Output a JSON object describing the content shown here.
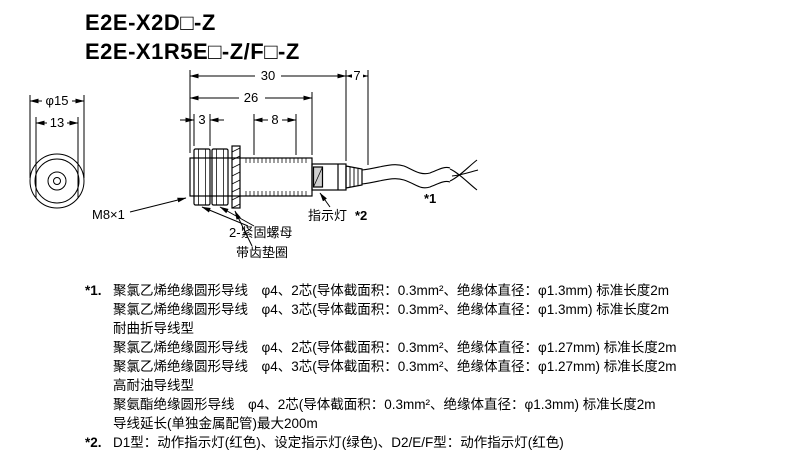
{
  "titles": {
    "line1": "E2E-X2D□-Z",
    "line2": "E2E-X1R5E□-Z/F□-Z"
  },
  "diagram": {
    "front": {
      "diameter": "φ15",
      "across_flats": "13"
    },
    "side": {
      "total_length": "30",
      "bushing_length": "7",
      "thread_length": "26",
      "nut_thickness": "3",
      "dim_8": "8"
    },
    "labels": {
      "thread": "M8×1",
      "indicator": "指示灯",
      "indicator_ref": "*2",
      "cable_ref": "*1",
      "nuts": "2-紧固螺母",
      "washer": "带齿垫圈"
    }
  },
  "notes": {
    "rows": [
      {
        "marker": "*1.",
        "text": "聚氯乙烯绝缘圆形导线　φ4、2芯(导体截面积：0.3mm²、绝缘体直径：φ1.3mm) 标准长度2m"
      },
      {
        "marker": "",
        "text": "聚氯乙烯绝缘圆形导线　φ4、3芯(导体截面积：0.3mm²、绝缘体直径：φ1.3mm) 标准长度2m"
      },
      {
        "marker": "",
        "text": "耐曲折导线型"
      },
      {
        "marker": "",
        "text": "聚氯乙烯绝缘圆形导线　φ4、2芯(导体截面积：0.3mm²、绝缘体直径：φ1.27mm) 标准长度2m"
      },
      {
        "marker": "",
        "text": "聚氯乙烯绝缘圆形导线　φ4、3芯(导体截面积：0.3mm²、绝缘体直径：φ1.27mm) 标准长度2m"
      },
      {
        "marker": "",
        "text": "高耐油导线型"
      },
      {
        "marker": "",
        "text": "聚氨酯绝缘圆形导线　φ4、2芯(导体截面积：0.3mm²、绝缘体直径：φ1.3mm) 标准长度2m"
      },
      {
        "marker": "",
        "text": "导线延长(单独金属配管)最大200m"
      },
      {
        "marker": "*2.",
        "text": "D1型：动作指示灯(红色)、设定指示灯(绿色)、D2/E/F型：动作指示灯(红色)"
      }
    ]
  }
}
